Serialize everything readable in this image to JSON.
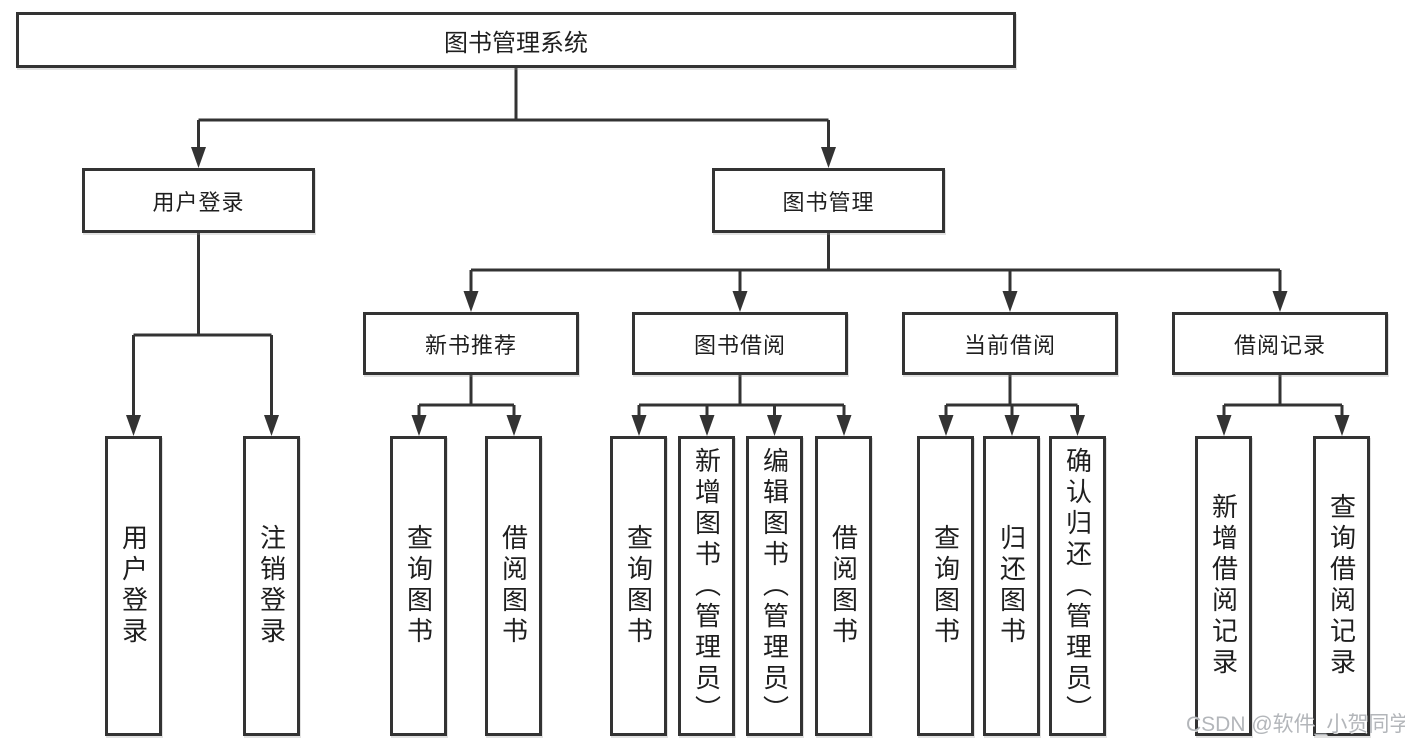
{
  "diagram": {
    "root": "图书管理系统",
    "level2": {
      "user_login": "用户登录",
      "book_mgmt": "图书管理"
    },
    "level3": [
      "新书推荐",
      "图书借阅",
      "当前借阅",
      "借阅记录"
    ],
    "leaves": {
      "user_login": [
        "用户登录",
        "注销登录"
      ],
      "new_book_rec": [
        "查询图书",
        "借阅图书"
      ],
      "book_borrow": [
        "查询图书",
        "新增图书（管理员）",
        "编辑图书（管理员）",
        "借阅图书"
      ],
      "current_borrow": [
        "查询图书",
        "归还图书",
        "确认归还（管理员）"
      ],
      "borrow_records": [
        "新增借阅记录",
        "查询借阅记录"
      ]
    }
  },
  "watermark": "CSDN @软件_小贺同学",
  "colors": {
    "line": "#333333",
    "text": "#1f1f1f",
    "watermark": "#b3b6ba",
    "background": "#ffffff"
  }
}
